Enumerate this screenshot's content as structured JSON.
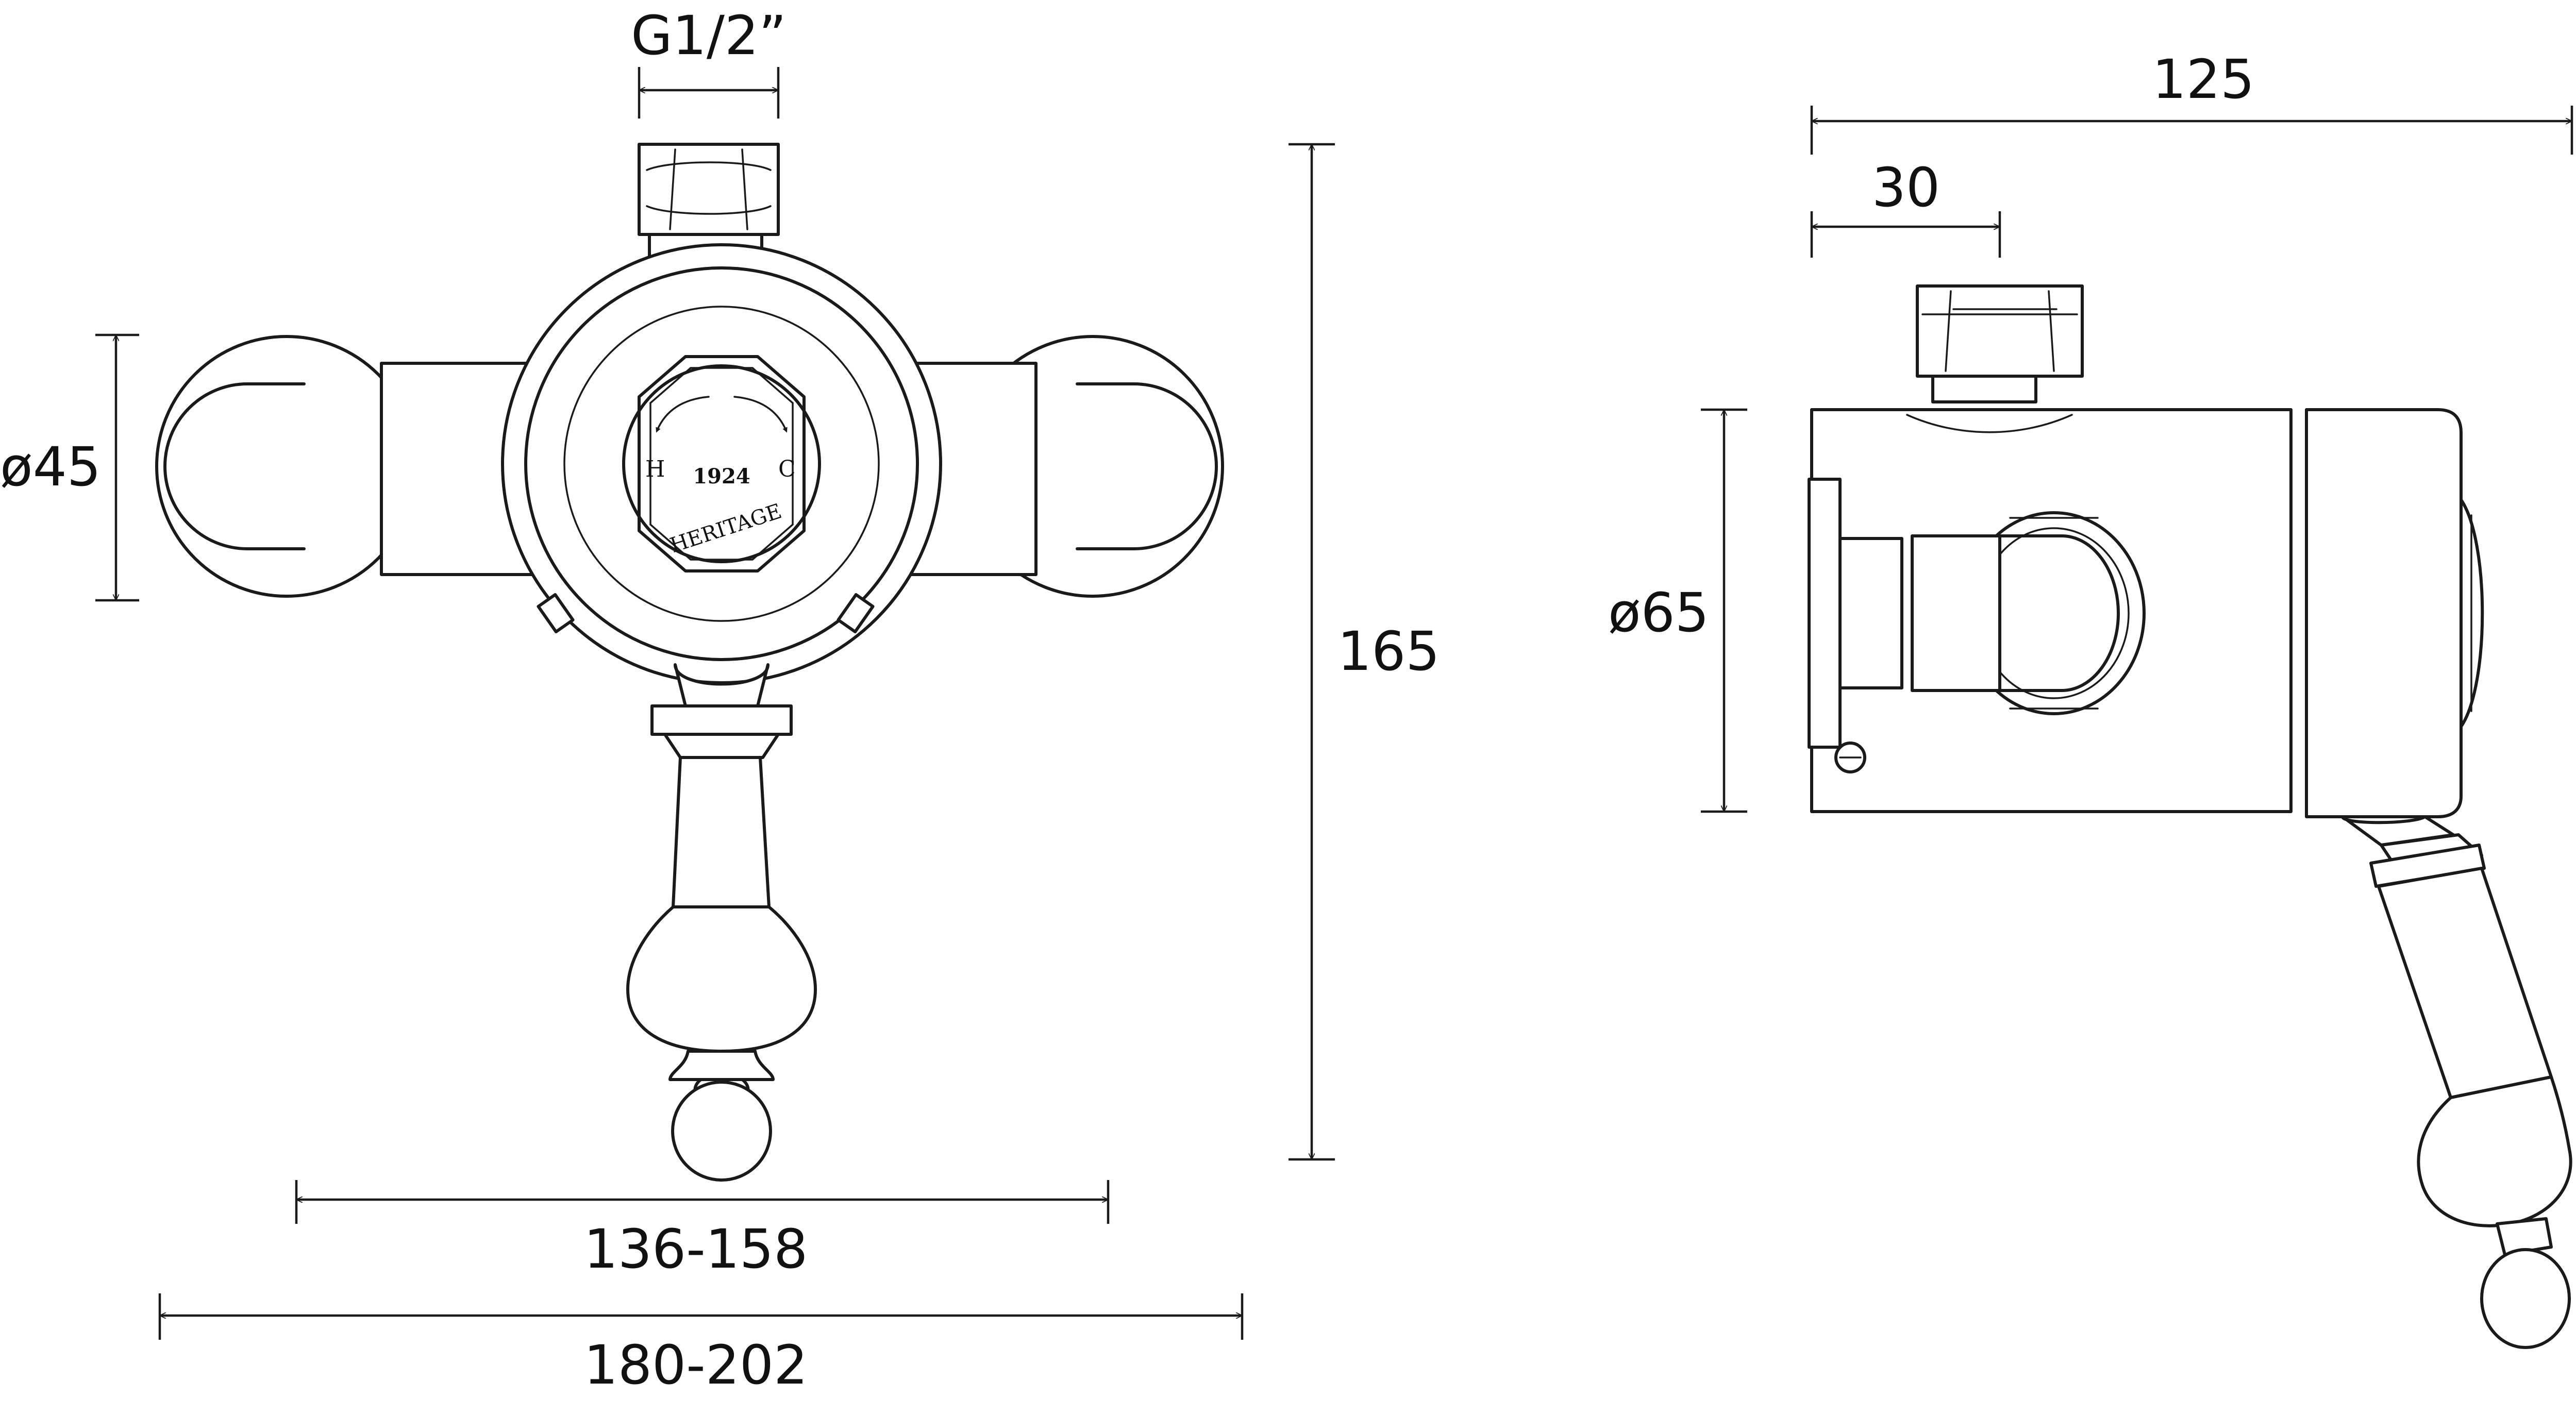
{
  "drawing": {
    "front_view": {
      "dimensions": {
        "inlet_thread": "G1/2”",
        "inlet_diameter": "ø45",
        "height": "165",
        "centres_width": "136-158",
        "overall_width": "180-202"
      },
      "dial": {
        "hot_label": "H",
        "cold_label": "C",
        "year": "1924",
        "brand": "HERITAGE"
      }
    },
    "side_view": {
      "dimensions": {
        "overall_depth": "125",
        "outlet_offset": "30",
        "body_diameter": "ø65"
      }
    }
  }
}
